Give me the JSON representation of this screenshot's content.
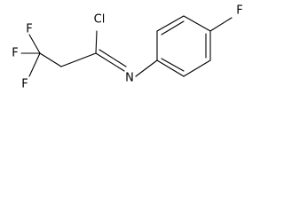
{
  "molecule": {
    "atoms": {
      "f_left_upper": "F",
      "f_left_middle": "F",
      "f_left_lower": "F",
      "cl": "Cl",
      "n": "N",
      "f_para": "F"
    },
    "colors": {
      "bond": "#000000",
      "text": "#000000",
      "background": "#ffffff"
    }
  }
}
